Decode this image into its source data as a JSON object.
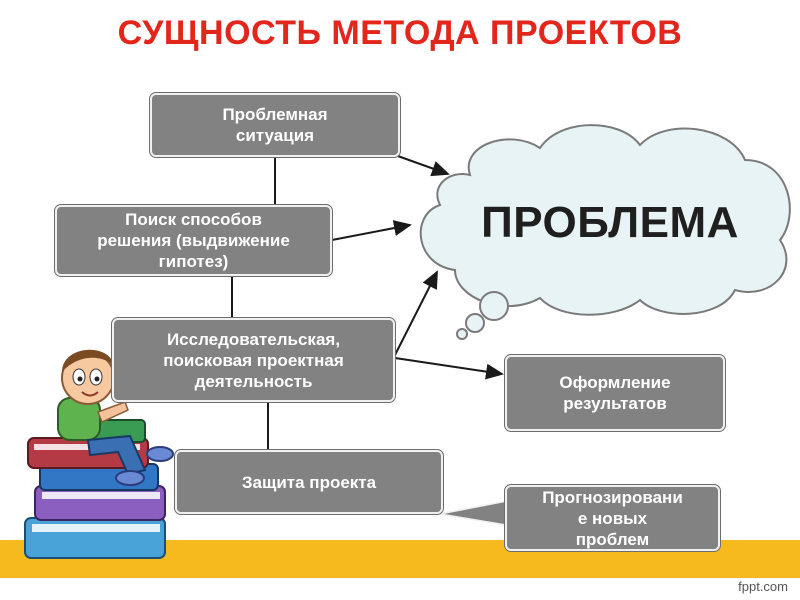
{
  "title": "СУЩНОСТЬ МЕТОДА ПРОЕКТОВ",
  "cloud": {
    "label": "ПРОБЛЕМА"
  },
  "boxes": {
    "situation": "Проблемная\nситуация",
    "search": "Поиск способов\nрешения (выдвижение\nгипотез)",
    "research": "Исследовательская,\nпоисковая проектная\nдеятельность",
    "results": "Оформление\nрезультатов",
    "defense": "Защита проекта",
    "forecast": "Прогнозировани\nе новых\nпроблем"
  },
  "watermark": "fppt.com",
  "colors": {
    "title": "#e3261b",
    "box": "#828282",
    "cloud_fill": "#e8f3f6",
    "stripe": "#f6ba1e"
  }
}
